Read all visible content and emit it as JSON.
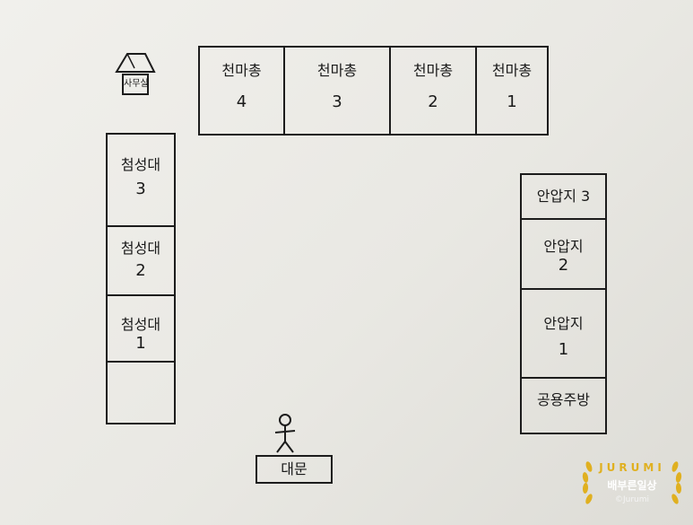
{
  "office": {
    "label": "사무실"
  },
  "top_row": [
    {
      "name": "천마총",
      "num": "4"
    },
    {
      "name": "천마총",
      "num": "3"
    },
    {
      "name": "천마총",
      "num": "2"
    },
    {
      "name": "천마총",
      "num": "1"
    }
  ],
  "left_column": [
    {
      "name": "첨성대",
      "num": "3"
    },
    {
      "name": "첨성대",
      "num": "2"
    },
    {
      "name": "첨성대",
      "num": "1"
    },
    {
      "name": "",
      "num": ""
    }
  ],
  "right_column": [
    {
      "name": "안압지 3",
      "num": ""
    },
    {
      "name": "안압지",
      "num": "2"
    },
    {
      "name": "안압지",
      "num": "1"
    },
    {
      "name": "공용주방",
      "num": ""
    }
  ],
  "gate": {
    "label": "대문"
  },
  "watermark": {
    "title": "JURUMI",
    "subtitle": "배부른일상",
    "copyright": "©Jurumi"
  }
}
